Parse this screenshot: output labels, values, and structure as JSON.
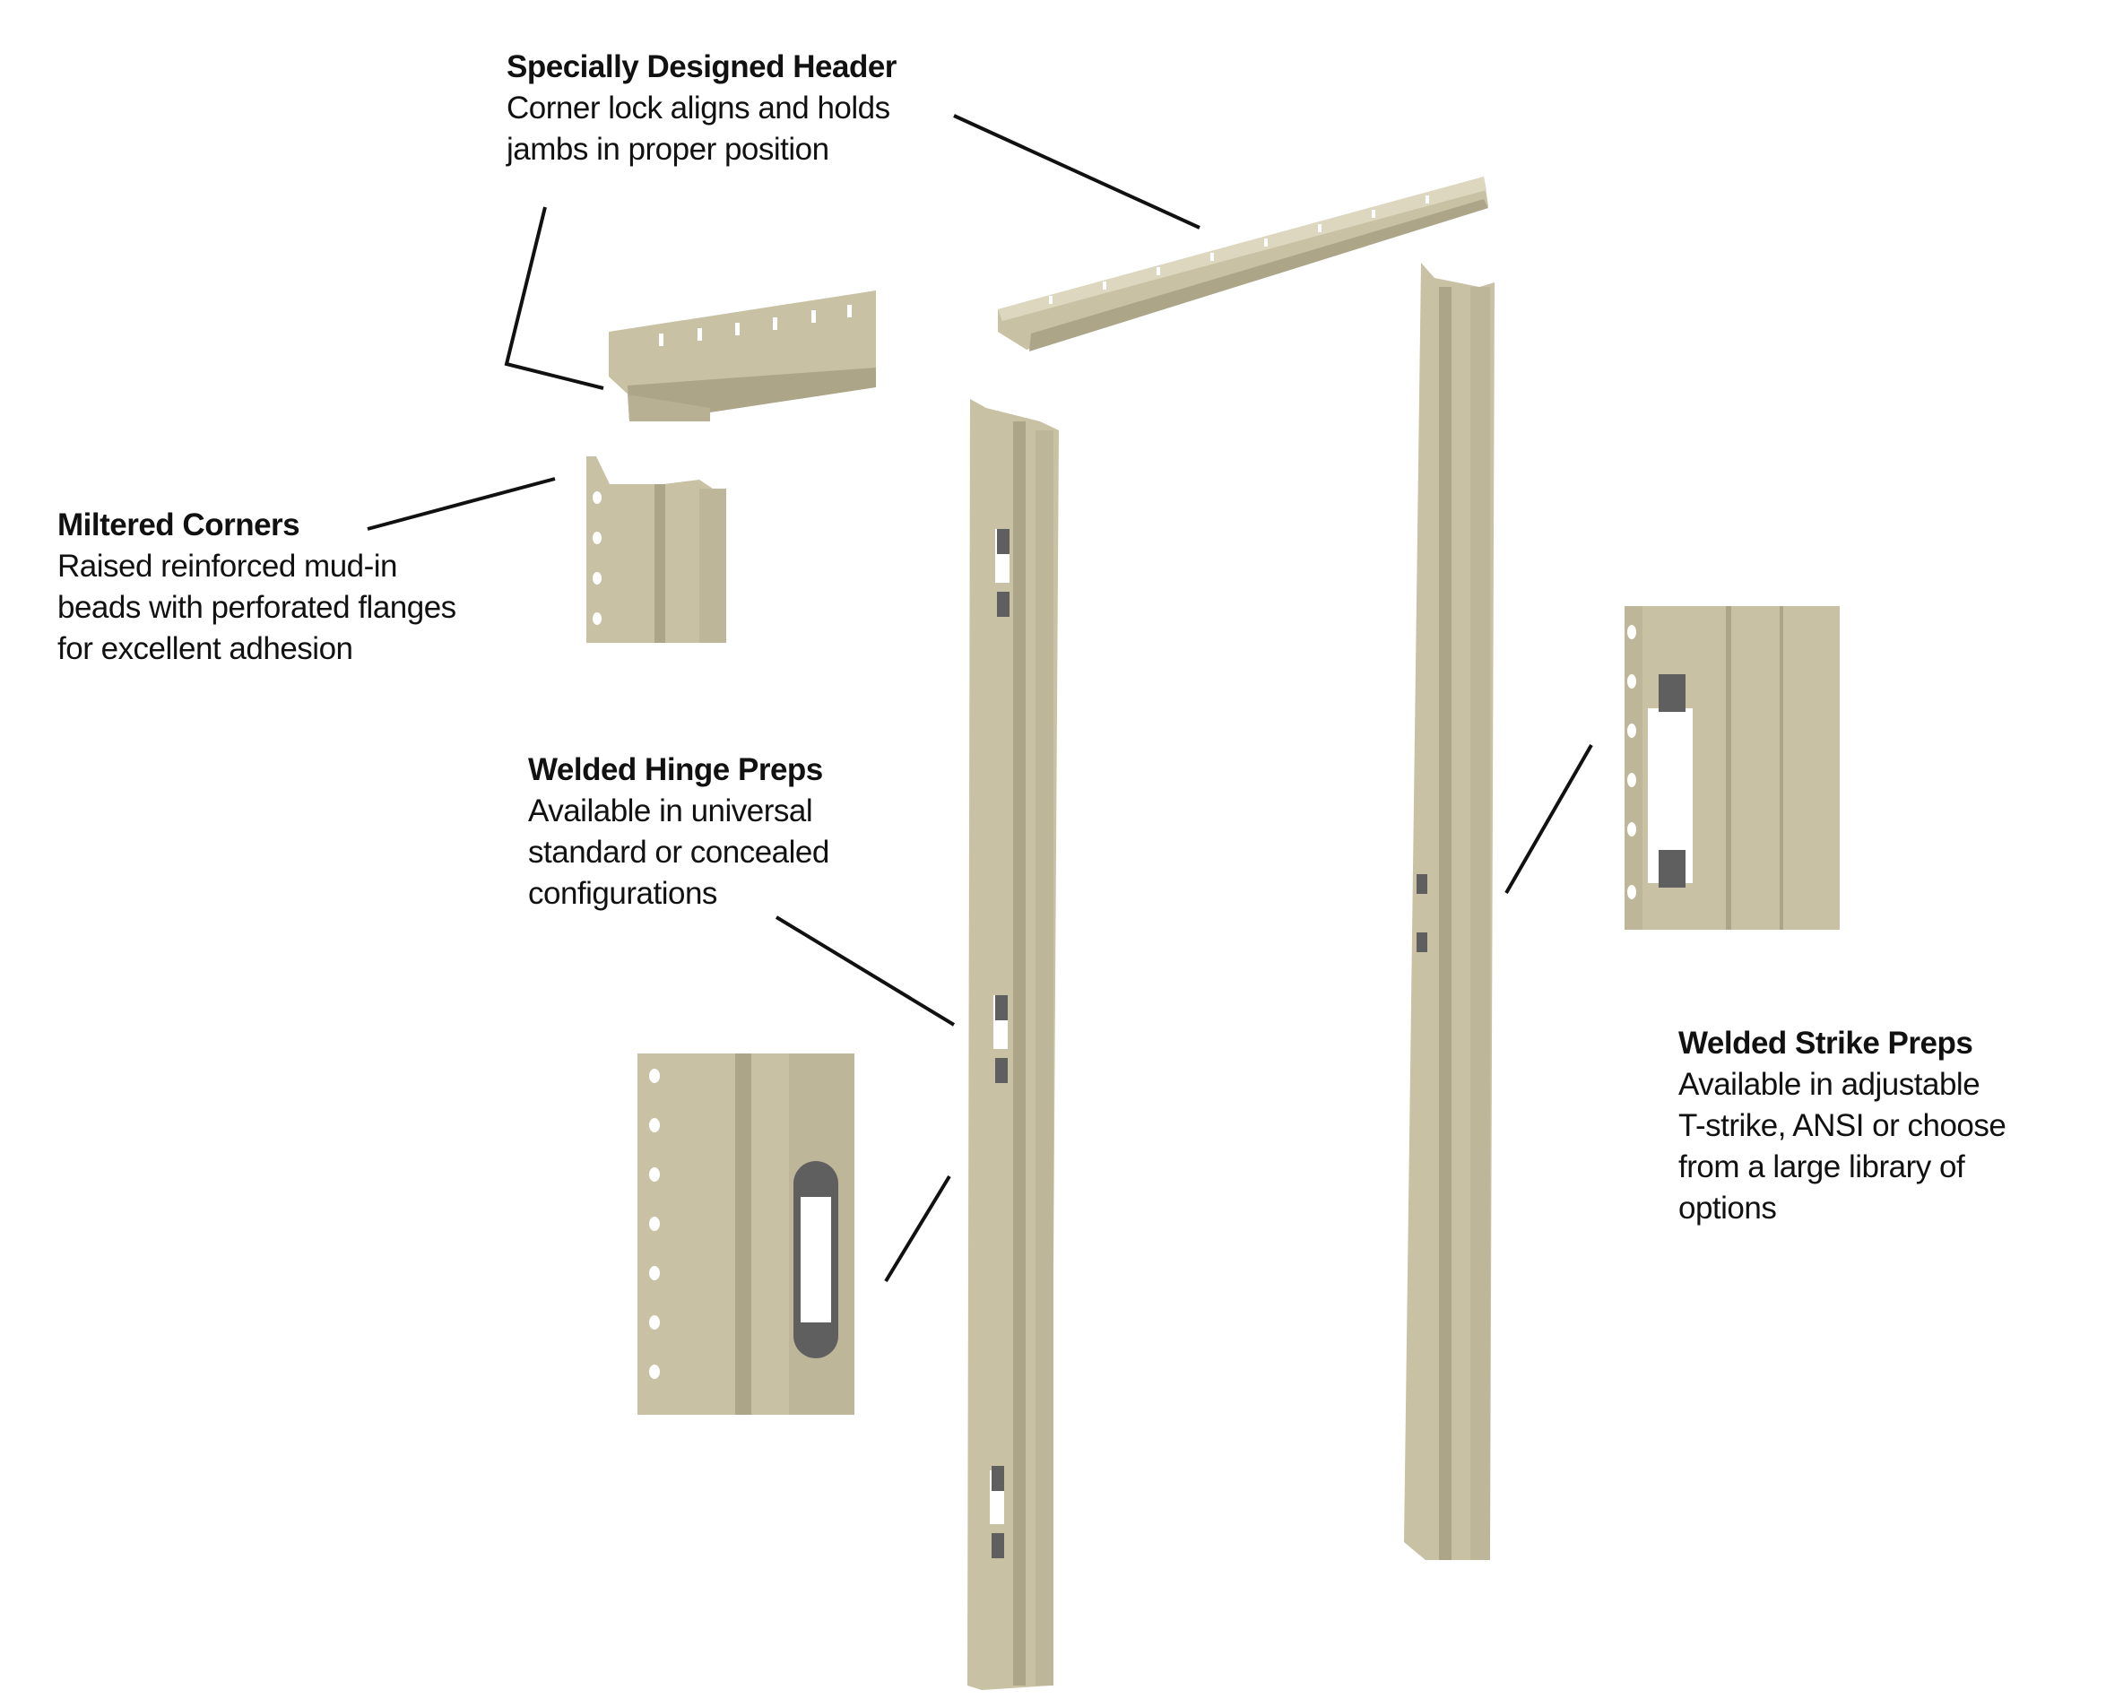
{
  "colors": {
    "metal": "#c8c1a4",
    "metal_dark": "#aca588",
    "metal_light": "#ddd7bf",
    "steel": "#5f5f5f",
    "leader": "#111111"
  },
  "callouts": {
    "header": {
      "title": "Specially Designed Header",
      "desc": "Corner lock aligns and holds\njambs in proper position"
    },
    "corners": {
      "title": "Miltered Corners",
      "desc": "Raised reinforced mud-in\nbeads with perforated flanges\nfor excellent adhesion"
    },
    "hinge": {
      "title": "Welded Hinge Preps",
      "desc": "Available in universal\nstandard or concealed\nconfigurations"
    },
    "strike": {
      "title": "Welded Strike Preps",
      "desc": "Available in adjustable\nT-strike, ANSI or choose\nfrom a large library of\noptions"
    }
  }
}
